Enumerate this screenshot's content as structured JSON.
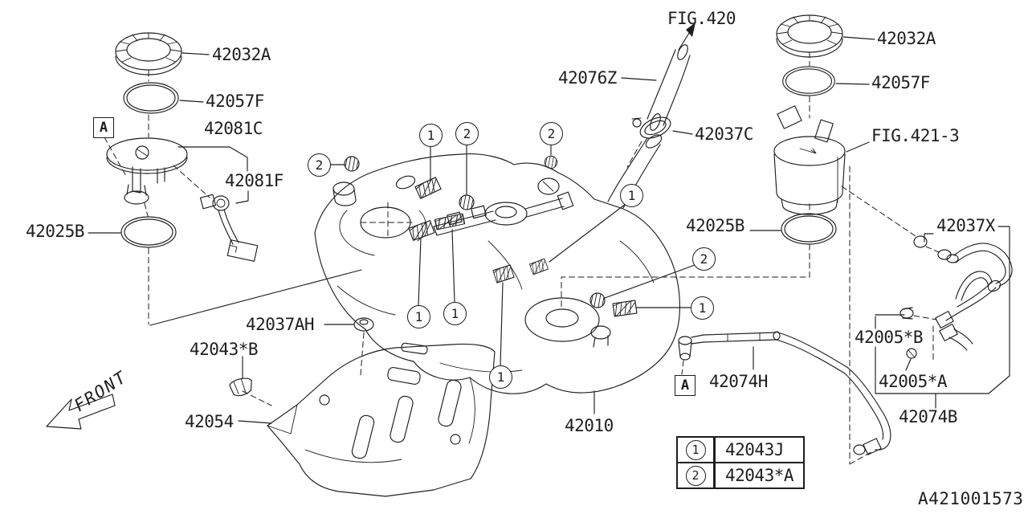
{
  "labels": {
    "fig420": "FIG.420",
    "fig421_3": "FIG.421-3",
    "p42032a_left": "42032A",
    "p42057f_left": "42057F",
    "p42081c": "42081C",
    "p42081f": "42081F",
    "p42025b_left": "42025B",
    "p42037ah": "42037AH",
    "p42043b": "42043*B",
    "p42054": "42054",
    "p42076z": "42076Z",
    "p42037c": "42037C",
    "p42032a_right": "42032A",
    "p42057f_right": "42057F",
    "p42025b_right": "42025B",
    "p42037x": "42037X",
    "p42005b": "42005*B",
    "p42005a": "42005*A",
    "p42074b": "42074B",
    "p42074h": "42074H",
    "p42010": "42010",
    "front": "FRONT",
    "ref_a": "A",
    "diagram_id": "A421001573"
  },
  "callouts": {
    "one": "1",
    "two": "2"
  },
  "legend": {
    "rows": [
      {
        "num": "1",
        "part": "42043J"
      },
      {
        "num": "2",
        "part": "42043*A"
      }
    ]
  },
  "colors": {
    "ink": "#1e1e1e",
    "background": "#ffffff"
  }
}
